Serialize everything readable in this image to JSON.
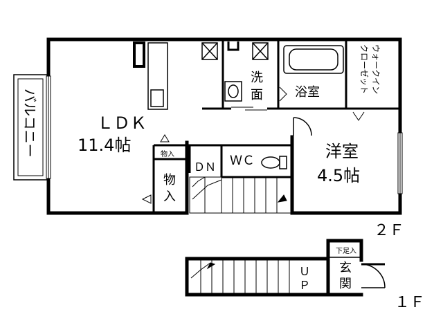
{
  "floors": {
    "upper": {
      "floor_label": "２Ｆ",
      "rooms": {
        "ldk": {
          "name": "ＬＤＫ",
          "size": "11.4帖"
        },
        "western": {
          "name": "洋室",
          "size": "4.5帖"
        },
        "bath": "浴室",
        "washroom": {
          "line1": "洗",
          "line2": "面"
        },
        "walkin": {
          "line1": "ウォークイン",
          "line2": "クローゼット"
        },
        "wc": "ＷＣ",
        "storage": {
          "line1": "物",
          "line2": "入"
        },
        "small_storage": "物入",
        "balcony": "バルコニー",
        "stairs_down": "ＤＮ"
      }
    },
    "lower": {
      "floor_label": "１Ｆ",
      "rooms": {
        "entrance": {
          "line1": "玄",
          "line2": "関"
        },
        "shoe_box": "下足入",
        "stairs_up": {
          "line1": "Ｕ",
          "line2": "Ｐ"
        }
      }
    }
  },
  "colors": {
    "wall": "#000000",
    "background": "#ffffff"
  }
}
